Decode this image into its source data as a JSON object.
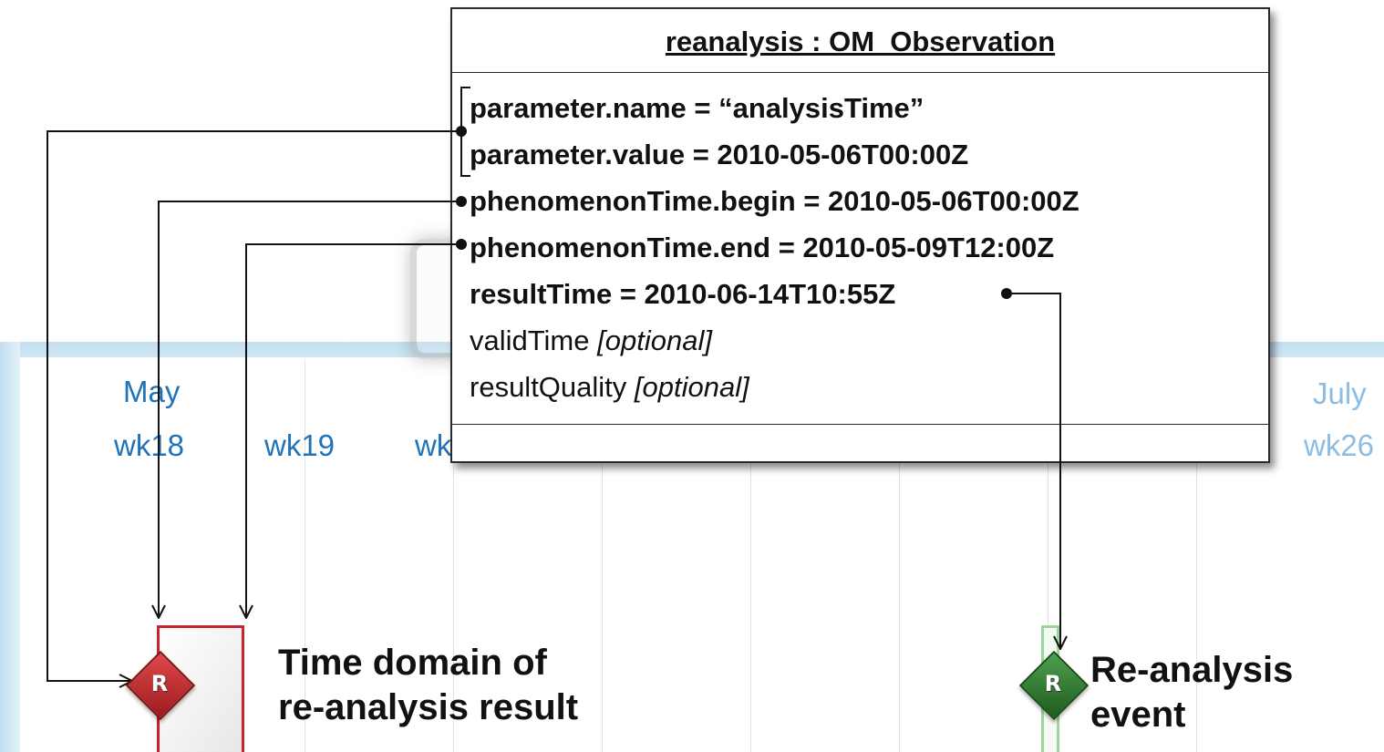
{
  "object_box": {
    "title": "reanalysis : OM_Observation",
    "attributes": [
      {
        "text": "parameter.name = “analysisTime”",
        "optional": ""
      },
      {
        "text": "parameter.value = 2010-05-06T00:00Z",
        "optional": ""
      },
      {
        "text": "phenomenonTime.begin = 2010-05-06T00:00Z",
        "optional": ""
      },
      {
        "text": "phenomenonTime.end = 2010-05-09T12:00Z",
        "optional": ""
      },
      {
        "text": "resultTime = 2010-06-14T10:55Z",
        "optional": ""
      },
      {
        "text": "validTime",
        "optional": "[optional]"
      },
      {
        "text": "resultQuality",
        "optional": "[optional]"
      }
    ]
  },
  "timeline": {
    "months": [
      {
        "label": "May"
      },
      {
        "label": "July"
      }
    ],
    "weeks": [
      {
        "label": "wk18"
      },
      {
        "label": "wk19"
      },
      {
        "label": "wk"
      },
      {
        "label": "wk26"
      }
    ]
  },
  "result_domain": {
    "marker": "R",
    "caption_line1": "Time domain of",
    "caption_line2": "re-analysis result",
    "color": "#c9232f"
  },
  "reanalysis_event": {
    "marker": "R",
    "caption_line1": "Re-analysis",
    "caption_line2": "event",
    "color": "#2e7d32"
  }
}
